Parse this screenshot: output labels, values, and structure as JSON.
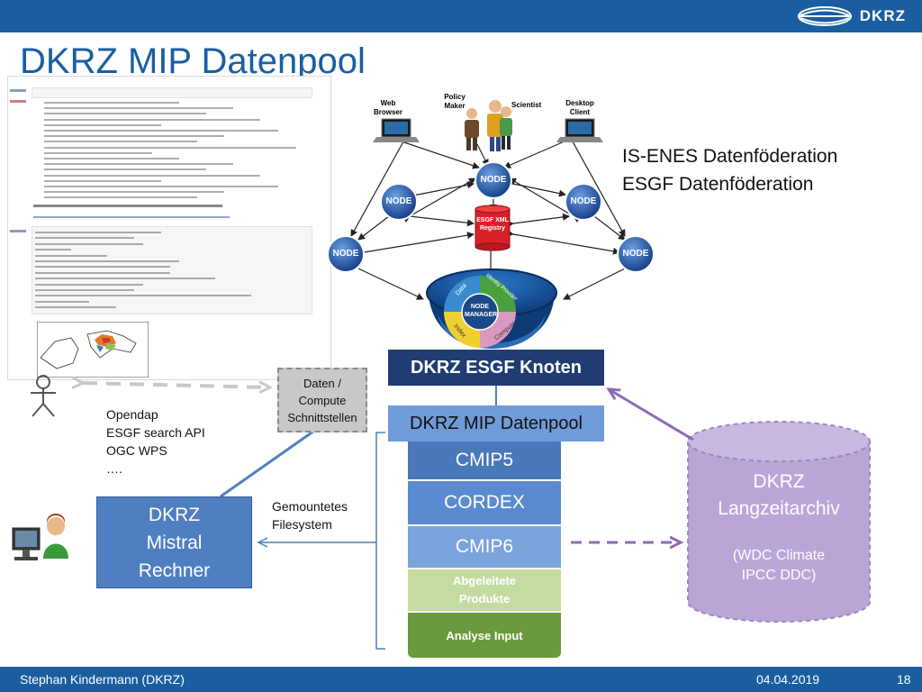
{
  "header": {
    "logo_text": "DKRZ",
    "title": "DKRZ MIP Datenpool"
  },
  "federation": {
    "line1": "IS-ENES Datenföderation",
    "line2": "ESGF Datenföderation"
  },
  "esgf_diagram": {
    "actors": {
      "web_browser": "Web Browser",
      "policy_maker": "Policy Maker",
      "scientist": "Scientist",
      "desktop_client": "Desktop Client"
    },
    "node_label": "NODE",
    "registry_label": "ESGF XML Registry",
    "manager": {
      "center": "NODE MANAGER",
      "segments": [
        "Data",
        "Identity Provider",
        "Compute",
        "Index"
      ]
    }
  },
  "dkrz_esgf_knoten": "DKRZ ESGF Knoten",
  "dkrz_mip_datenpool": "DKRZ MIP Datenpool",
  "stack_layers": [
    {
      "label": "CMIP5",
      "color": "#4a78b8"
    },
    {
      "label": "CORDEX",
      "color": "#5a8ad0"
    },
    {
      "label": "CMIP6",
      "color": "#7ba3dc"
    },
    {
      "label": "Abgeleitete Produkte",
      "color": "#c5dba2"
    },
    {
      "label": "Analyse Input",
      "color": "#6a9a3c"
    }
  ],
  "interfaces": {
    "box": "Daten / Compute Schnittstellen",
    "protocols": [
      "Opendap",
      "ESGF search API",
      "OGC WPS",
      "…."
    ]
  },
  "mistral": {
    "line1": "DKRZ",
    "line2": "Mistral",
    "line3": "Rechner",
    "mount_line1": "Gemountetes",
    "mount_line2": "Filesystem"
  },
  "archive": {
    "line1": "DKRZ",
    "line2": "Langzeitarchiv",
    "line3": "(WDC Climate",
    "line4": "IPCC DDC)"
  },
  "footer": {
    "author": "Stephan Kindermann (DKRZ)",
    "date": "04.04.2019",
    "page": "18"
  },
  "colors": {
    "brand_blue": "#1a5ea0",
    "dark_blue": "#1f3d73",
    "light_blue_box": "#6f9bd8",
    "archive_purple": "#b9a6d6",
    "arrow_purple": "#8b6bb1"
  }
}
